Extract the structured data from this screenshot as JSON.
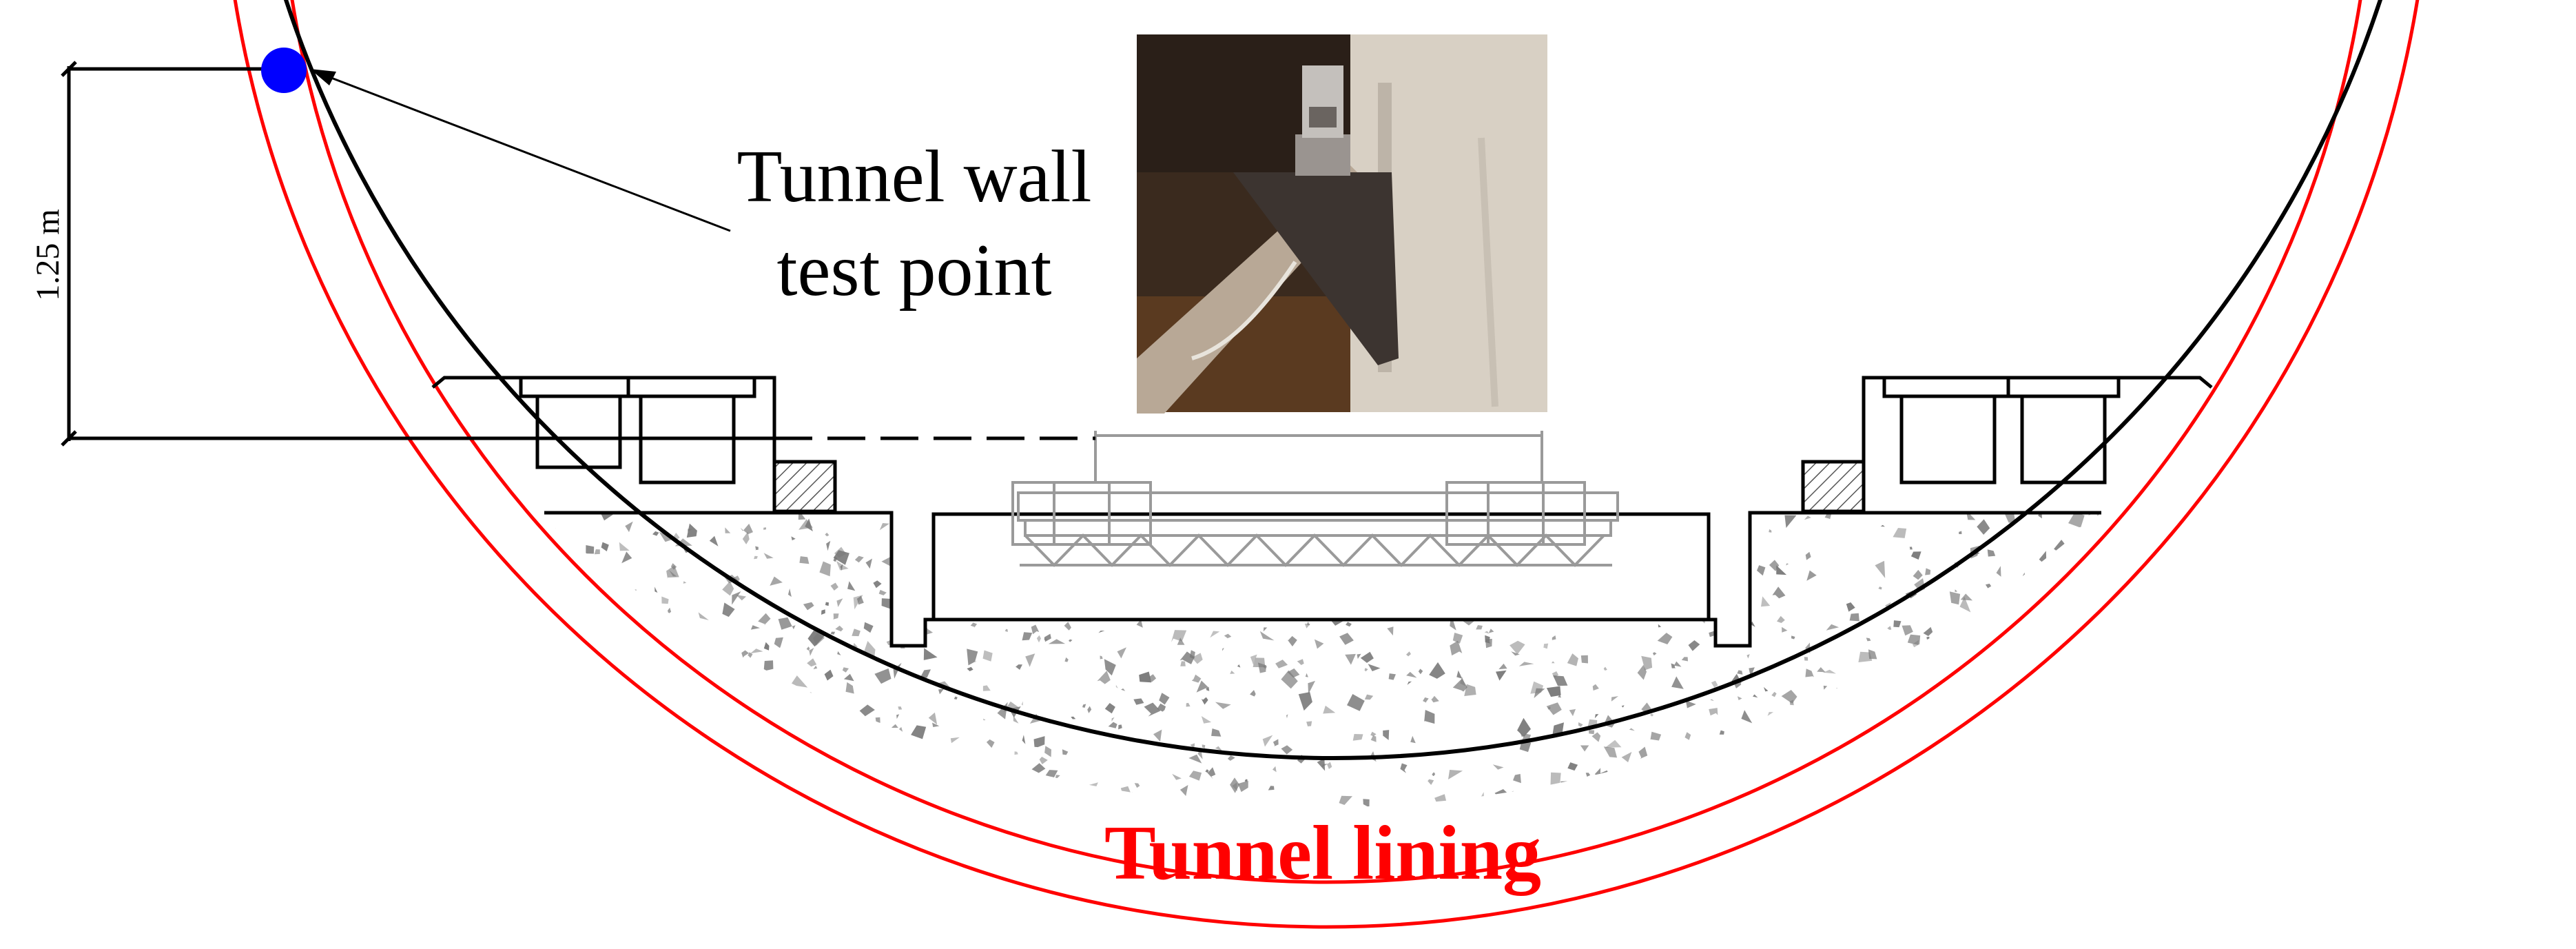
{
  "labels": {
    "test_point_line1": "Tunnel wall",
    "test_point_line2": "test point",
    "lining": "Tunnel lining",
    "height_dim": "1.25 m"
  },
  "colors": {
    "lining": "#ff0000",
    "wall": "#000000",
    "test_point": "#0000ff",
    "concrete_speckle": "#777777",
    "ghost_track": "#9a9a9a"
  }
}
